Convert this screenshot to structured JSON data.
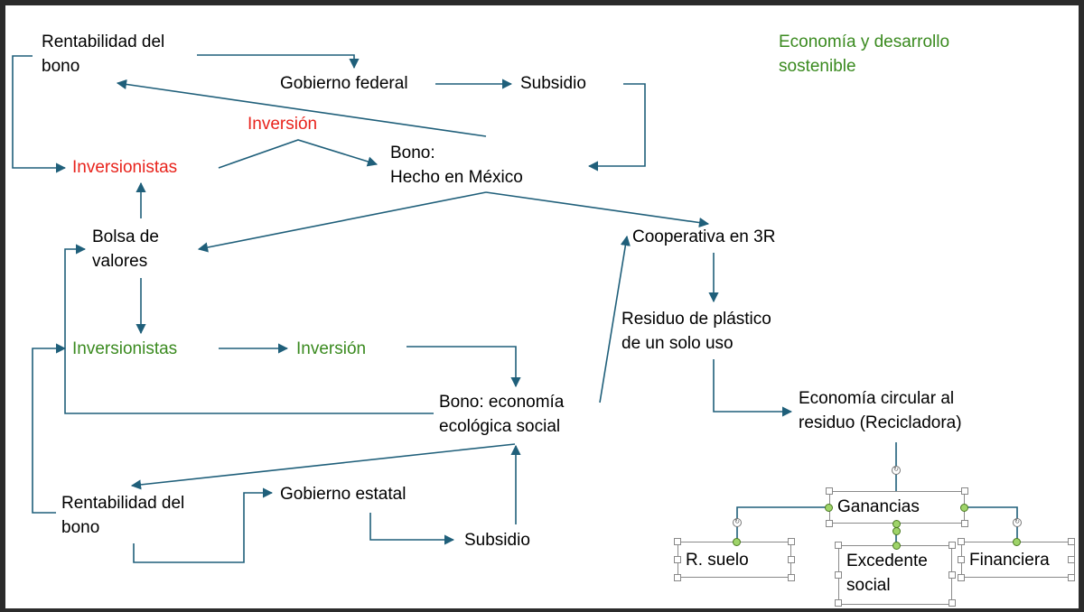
{
  "nodes": {
    "rentabilidad_top": "Rentabilidad del\nbono",
    "gobierno_federal": "Gobierno federal",
    "subsidio_top": "Subsidio",
    "title": "Economía y desarrollo\nsostenible",
    "inversion_top": "Inversión",
    "inversionistas_top": "Inversionistas",
    "bono_mexico": "Bono:\nHecho en México",
    "bolsa_valores": "Bolsa de\nvalores",
    "cooperativa": "Cooperativa en 3R",
    "residuo_plastico": "Residuo de plástico\nde un solo uso",
    "inversionistas_bottom": "Inversionistas",
    "inversion_bottom": "Inversión",
    "bono_ecologica": "Bono: economía\necológica social",
    "economia_circular": "Economía circular al\nresiduo (Recicladora)",
    "rentabilidad_bottom": "Rentabilidad del\nbono",
    "gobierno_estatal": "Gobierno estatal",
    "subsidio_bottom": "Subsidio",
    "ganancias": "Ganancias",
    "r_suelo": "R. suelo",
    "excedente_social": "Excedente\nsocial",
    "financiera": "Financiera"
  },
  "colors": {
    "arrow": "#1f5f7a",
    "red": "#e8231c",
    "green": "#3a8a1f"
  }
}
